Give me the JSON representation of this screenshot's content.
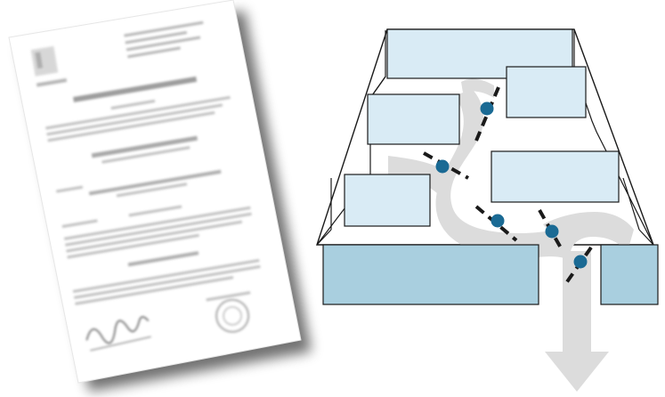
{
  "document": {
    "kind": "blurred-certificate-document",
    "legible_text": "",
    "has_signature": true,
    "has_stamp": true,
    "has_logo": true
  },
  "diagram": {
    "kind": "isometric-floor-plan-with-flow-path",
    "room_count": 7,
    "waypoint_count": 5,
    "colors": {
      "room_fill_light": "#d9ebf5",
      "room_fill_front": "#a9cfdf",
      "outline": "#1a1a1a",
      "path_fill": "#dcdcdc",
      "waypoint": "#1a6a94",
      "dash": "#1a1a1a"
    }
  }
}
